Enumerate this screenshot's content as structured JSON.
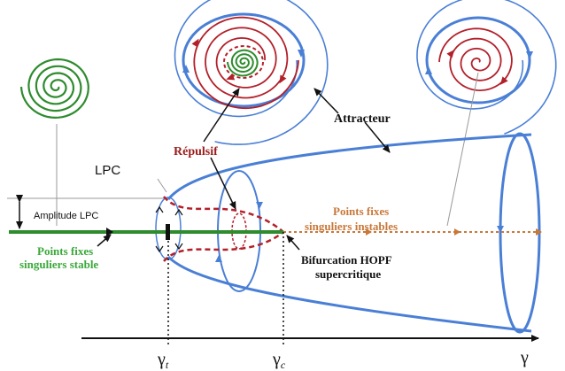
{
  "labels": {
    "attracteur": "Attracteur",
    "repulsif": "Répulsif",
    "lpc": "LPC",
    "amplitude_lpc": "Amplitude LPC",
    "points_instables_line1": "Points fixes",
    "points_instables_line2": "singuliers instables",
    "points_stables_line1": "Points fixes",
    "points_stables_line2": "singuliers stable",
    "hopf_line1": "Bifurcation HOPF",
    "hopf_line2": "supercritique",
    "gamma_t": "γ",
    "gamma_t_sub": "t",
    "gamma_c": "γ",
    "gamma_c_sub": "c",
    "gamma_axis": "γ"
  },
  "colors": {
    "blue": "#4a7fd6",
    "red_dashed": "#b3202a",
    "green": "#2e8b2e",
    "orange": "#c8783a",
    "black": "#111111",
    "gray": "#888888",
    "repulsif_text": "#9b1c1c",
    "stable_text": "#3aa83a",
    "instable_text": "#c8783a"
  }
}
